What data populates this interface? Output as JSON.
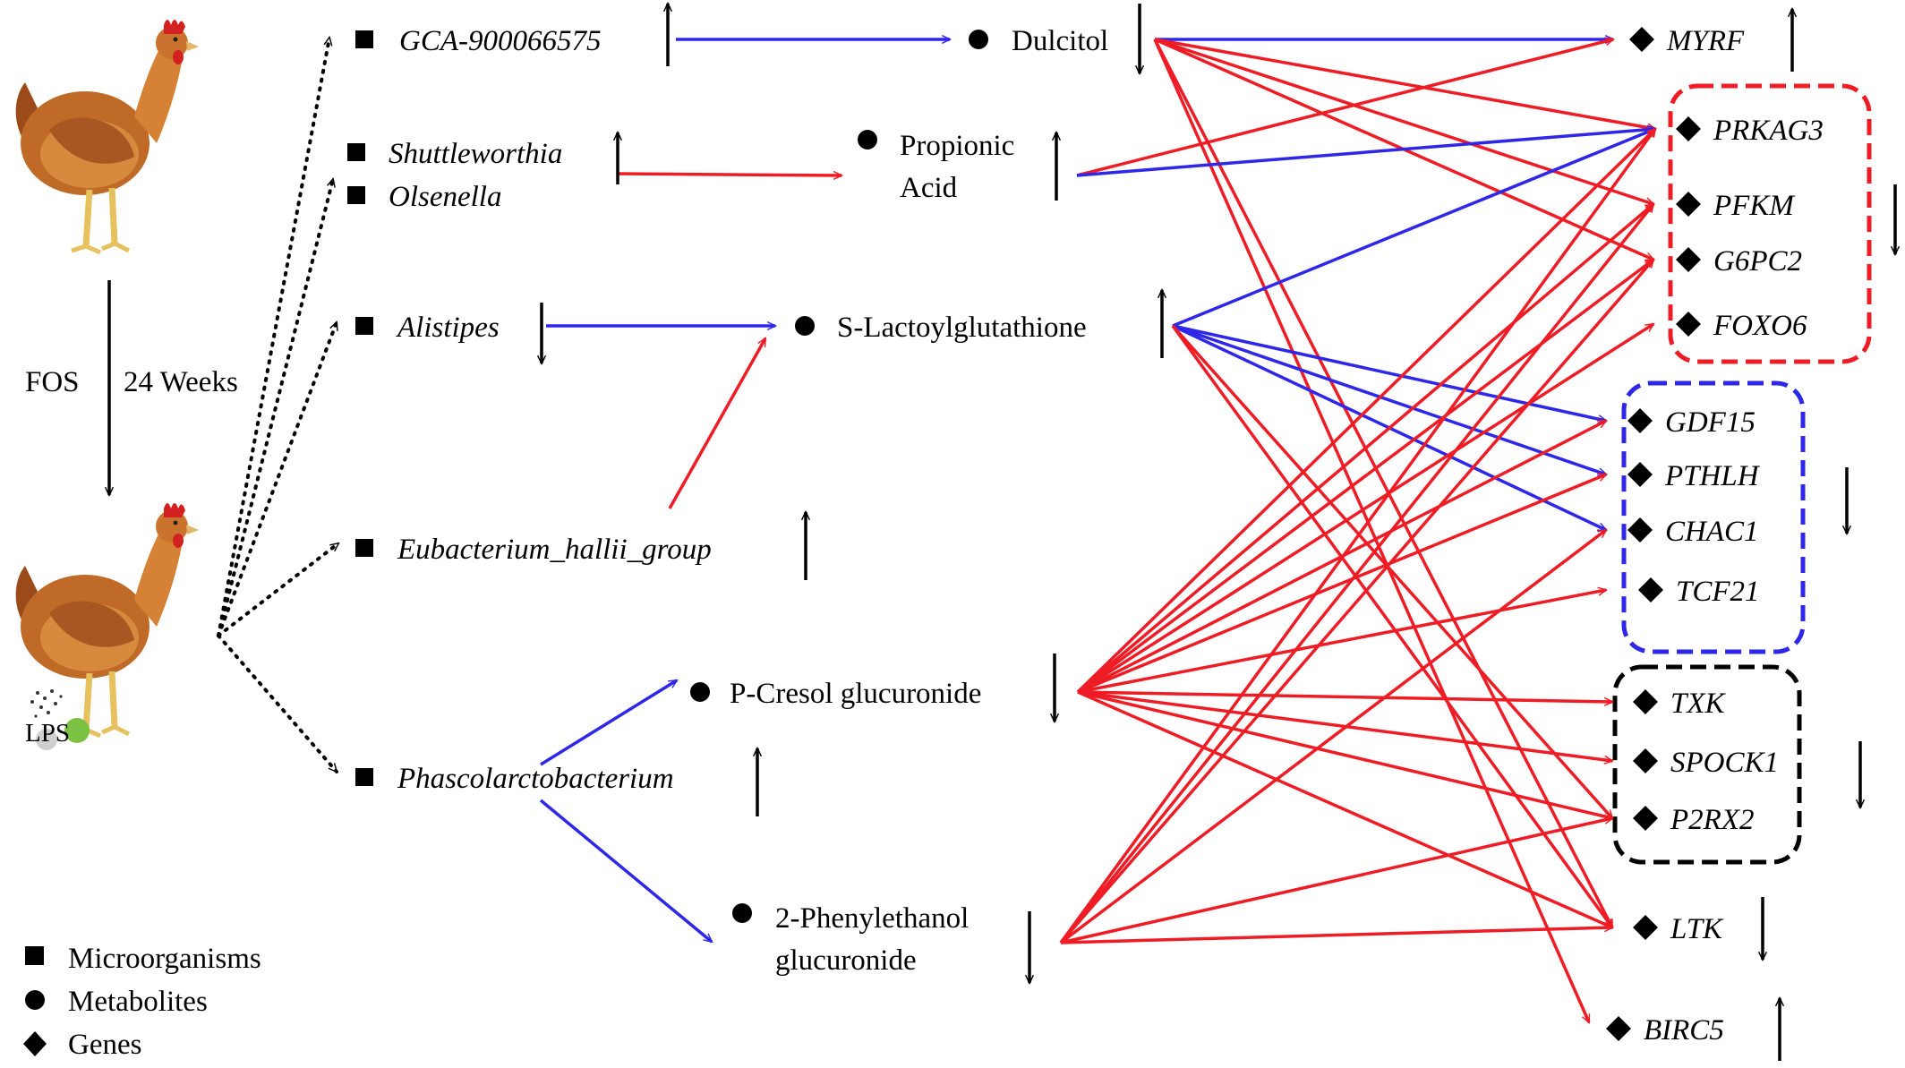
{
  "colors": {
    "positive": "#ee1c25",
    "negative": "#2e27e8",
    "neutral": "#000000",
    "box_red": "#ee1c25",
    "box_blue": "#2e27e8",
    "box_black": "#000000"
  },
  "treatment": {
    "fos_label": "FOS",
    "duration_label": "24 Weeks",
    "lps_label": "LPS"
  },
  "legend": {
    "microorganisms": "Microorganisms",
    "metabolites": "Metabolites",
    "genes": "Genes"
  },
  "microorganisms": [
    {
      "id": "gca",
      "name": "GCA-900066575",
      "trend": "up"
    },
    {
      "id": "shut",
      "name": "Shuttleworthia",
      "trend": "up"
    },
    {
      "id": "olse",
      "name": "Olsenella",
      "trend": "up"
    },
    {
      "id": "alis",
      "name": "Alistipes",
      "trend": "down"
    },
    {
      "id": "euba",
      "name": "Eubacterium_hallii_group",
      "trend": "up"
    },
    {
      "id": "phas",
      "name": "Phascolarctobacterium",
      "trend": "up"
    }
  ],
  "metabolites": [
    {
      "id": "dulc",
      "lines": [
        "Dulcitol"
      ],
      "trend": "down"
    },
    {
      "id": "prop",
      "lines": [
        "Propionic",
        "Acid"
      ],
      "trend": "up"
    },
    {
      "id": "slac",
      "lines": [
        "S-Lactoylglutathione"
      ],
      "trend": "up"
    },
    {
      "id": "pcre",
      "lines": [
        "P-Cresol glucuronide"
      ],
      "trend": "down"
    },
    {
      "id": "phen",
      "lines": [
        "2-Phenylethanol",
        "glucuronide"
      ],
      "trend": "down"
    }
  ],
  "genes": [
    {
      "id": "MYRF",
      "name": "MYRF",
      "group": "none",
      "trend": "up"
    },
    {
      "id": "PRKAG3",
      "name": "PRKAG3",
      "group": "red"
    },
    {
      "id": "PFKM",
      "name": "PFKM",
      "group": "red"
    },
    {
      "id": "G6PC2",
      "name": "G6PC2",
      "group": "red"
    },
    {
      "id": "FOXO6",
      "name": "FOXO6",
      "group": "red"
    },
    {
      "id": "GDF15",
      "name": "GDF15",
      "group": "blue"
    },
    {
      "id": "PTHLH",
      "name": "PTHLH",
      "group": "blue"
    },
    {
      "id": "CHAC1",
      "name": "CHAC1",
      "group": "blue"
    },
    {
      "id": "TCF21",
      "name": "TCF21",
      "group": "blue"
    },
    {
      "id": "TXK",
      "name": "TXK",
      "group": "black"
    },
    {
      "id": "SPOCK1",
      "name": "SPOCK1",
      "group": "black"
    },
    {
      "id": "P2RX2",
      "name": "P2RX2",
      "group": "black"
    },
    {
      "id": "LTK",
      "name": "LTK",
      "group": "none",
      "trend": "down"
    },
    {
      "id": "BIRC5",
      "name": "BIRC5",
      "group": "none",
      "trend": "up"
    }
  ],
  "gene_groups": [
    {
      "id": "red",
      "trend": "down"
    },
    {
      "id": "blue",
      "trend": "down"
    },
    {
      "id": "black",
      "trend": "down"
    }
  ],
  "treatment_links": [
    "gca",
    "shut",
    "alis",
    "euba",
    "phas"
  ],
  "microbe_metabolite_links": [
    {
      "from": "gca",
      "to": "dulc",
      "sign": "negative"
    },
    {
      "from": "shut",
      "to": "prop",
      "sign": "positive"
    },
    {
      "from": "alis",
      "to": "slac",
      "sign": "negative"
    },
    {
      "from": "euba",
      "to": "slac",
      "sign": "positive"
    },
    {
      "from": "phas",
      "to": "pcre",
      "sign": "negative"
    },
    {
      "from": "phas",
      "to": "phen",
      "sign": "negative"
    }
  ],
  "metabolite_gene_links": [
    {
      "from": "dulc",
      "to": "MYRF",
      "sign": "negative"
    },
    {
      "from": "dulc",
      "to": "PRKAG3",
      "sign": "positive"
    },
    {
      "from": "dulc",
      "to": "PFKM",
      "sign": "positive"
    },
    {
      "from": "dulc",
      "to": "G6PC2",
      "sign": "positive"
    },
    {
      "from": "dulc",
      "to": "LTK",
      "sign": "positive"
    },
    {
      "from": "dulc",
      "to": "BIRC5",
      "sign": "positive"
    },
    {
      "from": "prop",
      "to": "MYRF",
      "sign": "positive"
    },
    {
      "from": "prop",
      "to": "PRKAG3",
      "sign": "negative"
    },
    {
      "from": "slac",
      "to": "PRKAG3",
      "sign": "negative"
    },
    {
      "from": "slac",
      "to": "GDF15",
      "sign": "negative"
    },
    {
      "from": "slac",
      "to": "PTHLH",
      "sign": "negative"
    },
    {
      "from": "slac",
      "to": "CHAC1",
      "sign": "negative"
    },
    {
      "from": "slac",
      "to": "P2RX2",
      "sign": "positive"
    },
    {
      "from": "slac",
      "to": "LTK",
      "sign": "positive"
    },
    {
      "from": "pcre",
      "to": "PRKAG3",
      "sign": "positive"
    },
    {
      "from": "pcre",
      "to": "PFKM",
      "sign": "positive"
    },
    {
      "from": "pcre",
      "to": "G6PC2",
      "sign": "positive"
    },
    {
      "from": "pcre",
      "to": "FOXO6",
      "sign": "positive"
    },
    {
      "from": "pcre",
      "to": "GDF15",
      "sign": "positive"
    },
    {
      "from": "pcre",
      "to": "PTHLH",
      "sign": "positive"
    },
    {
      "from": "pcre",
      "to": "TCF21",
      "sign": "positive"
    },
    {
      "from": "pcre",
      "to": "TXK",
      "sign": "positive"
    },
    {
      "from": "pcre",
      "to": "SPOCK1",
      "sign": "positive"
    },
    {
      "from": "pcre",
      "to": "P2RX2",
      "sign": "positive"
    },
    {
      "from": "pcre",
      "to": "LTK",
      "sign": "positive"
    },
    {
      "from": "phen",
      "to": "PRKAG3",
      "sign": "positive"
    },
    {
      "from": "phen",
      "to": "PFKM",
      "sign": "positive"
    },
    {
      "from": "phen",
      "to": "G6PC2",
      "sign": "positive"
    },
    {
      "from": "phen",
      "to": "CHAC1",
      "sign": "positive"
    },
    {
      "from": "phen",
      "to": "P2RX2",
      "sign": "positive"
    },
    {
      "from": "phen",
      "to": "LTK",
      "sign": "positive"
    }
  ]
}
